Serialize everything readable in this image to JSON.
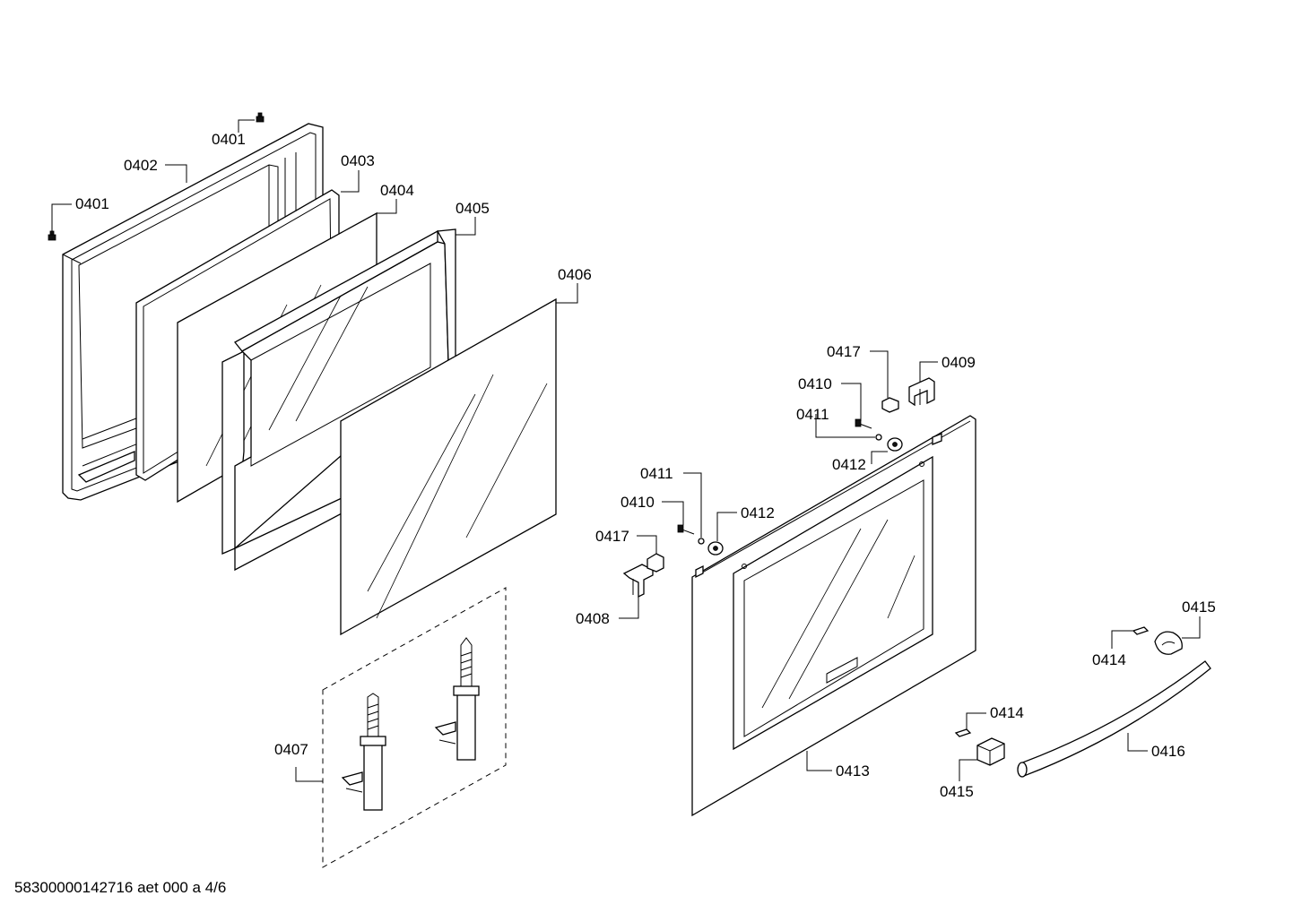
{
  "footer": {
    "doc_code": "58300000142716 aet 000 a 4/6"
  },
  "callouts": {
    "c0401a": "0401",
    "c0401b": "0401",
    "c0402": "0402",
    "c0403": "0403",
    "c0404": "0404",
    "c0405": "0405",
    "c0406": "0406",
    "c0407": "0407",
    "c0408": "0408",
    "c0409": "0409",
    "c0410a": "0410",
    "c0410b": "0410",
    "c0411a": "0411",
    "c0411b": "0411",
    "c0412a": "0412",
    "c0412b": "0412",
    "c0413": "0413",
    "c0414a": "0414",
    "c0414b": "0414",
    "c0415a": "0415",
    "c0415b": "0415",
    "c0416": "0416",
    "c0417a": "0417",
    "c0417b": "0417"
  }
}
